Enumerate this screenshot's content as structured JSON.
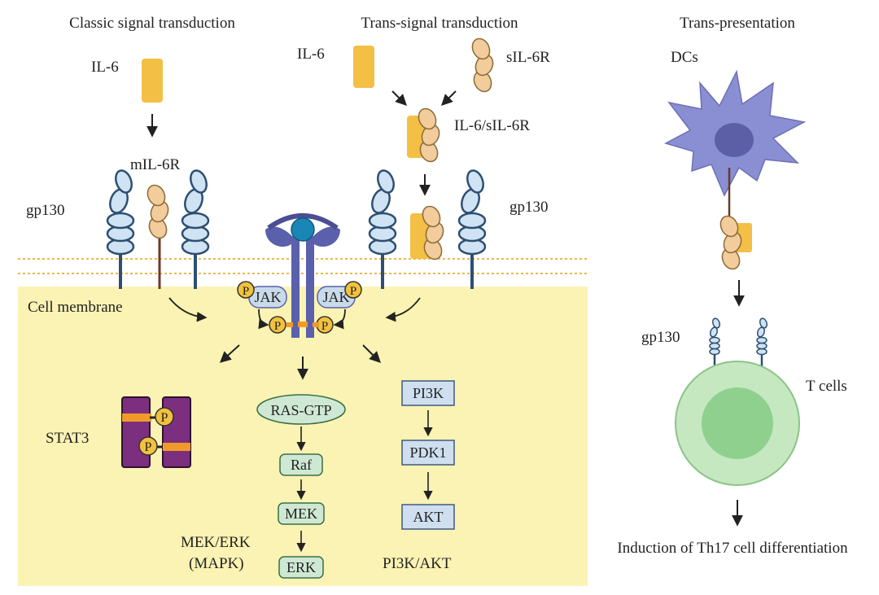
{
  "sections": {
    "classic": "Classic signal transduction",
    "trans_signal": "Trans-signal transduction",
    "trans_presentation": "Trans-presentation"
  },
  "classic_labels": {
    "il6": "IL-6",
    "mil6r": "mIL-6R",
    "gp130": "gp130",
    "cell_membrane": "Cell membrane"
  },
  "trans_labels": {
    "il6": "IL-6",
    "sil6r": "sIL-6R",
    "complex": "IL-6/sIL-6R",
    "gp130": "gp130"
  },
  "jak": {
    "left": "JAK",
    "right": "JAK",
    "phospho": "P"
  },
  "stat3": {
    "label": "STAT3",
    "phospho": "P"
  },
  "mapk": {
    "steps": [
      "RAS-GTP",
      "Raf",
      "MEK",
      "ERK"
    ],
    "caption_line1": "MEK/ERK",
    "caption_line2": "(MAPK)"
  },
  "pi3k": {
    "steps": [
      "PI3K",
      "PDK1",
      "AKT"
    ],
    "caption": "PI3K/AKT"
  },
  "presentation": {
    "dcs": "DCs",
    "gp130": "gp130",
    "t_cells": "T cells",
    "outcome": "Induction of Th17 cell differentiation"
  },
  "colors": {
    "cytoplasm": "#fbf3b3",
    "membrane_line": "#e8b94a",
    "il6": "#f4bf45",
    "receptor_tan": "#f2cc9a",
    "gp130": "#cfe3f4",
    "gp130_stroke": "#2e4f72",
    "jak_receptor": "#5a60ab",
    "jak_ball": "#1a86b5",
    "jak_box": "#c9dbe9",
    "phospho": "#f2c23d",
    "stat3": "#7c2f7f",
    "stat3_band": "#f19a2a",
    "mapk_box": "#cfe8d3",
    "pi3k_box": "#cfdff0",
    "dc": "#8a8fd4",
    "t_cell": "#c5e8c1"
  }
}
